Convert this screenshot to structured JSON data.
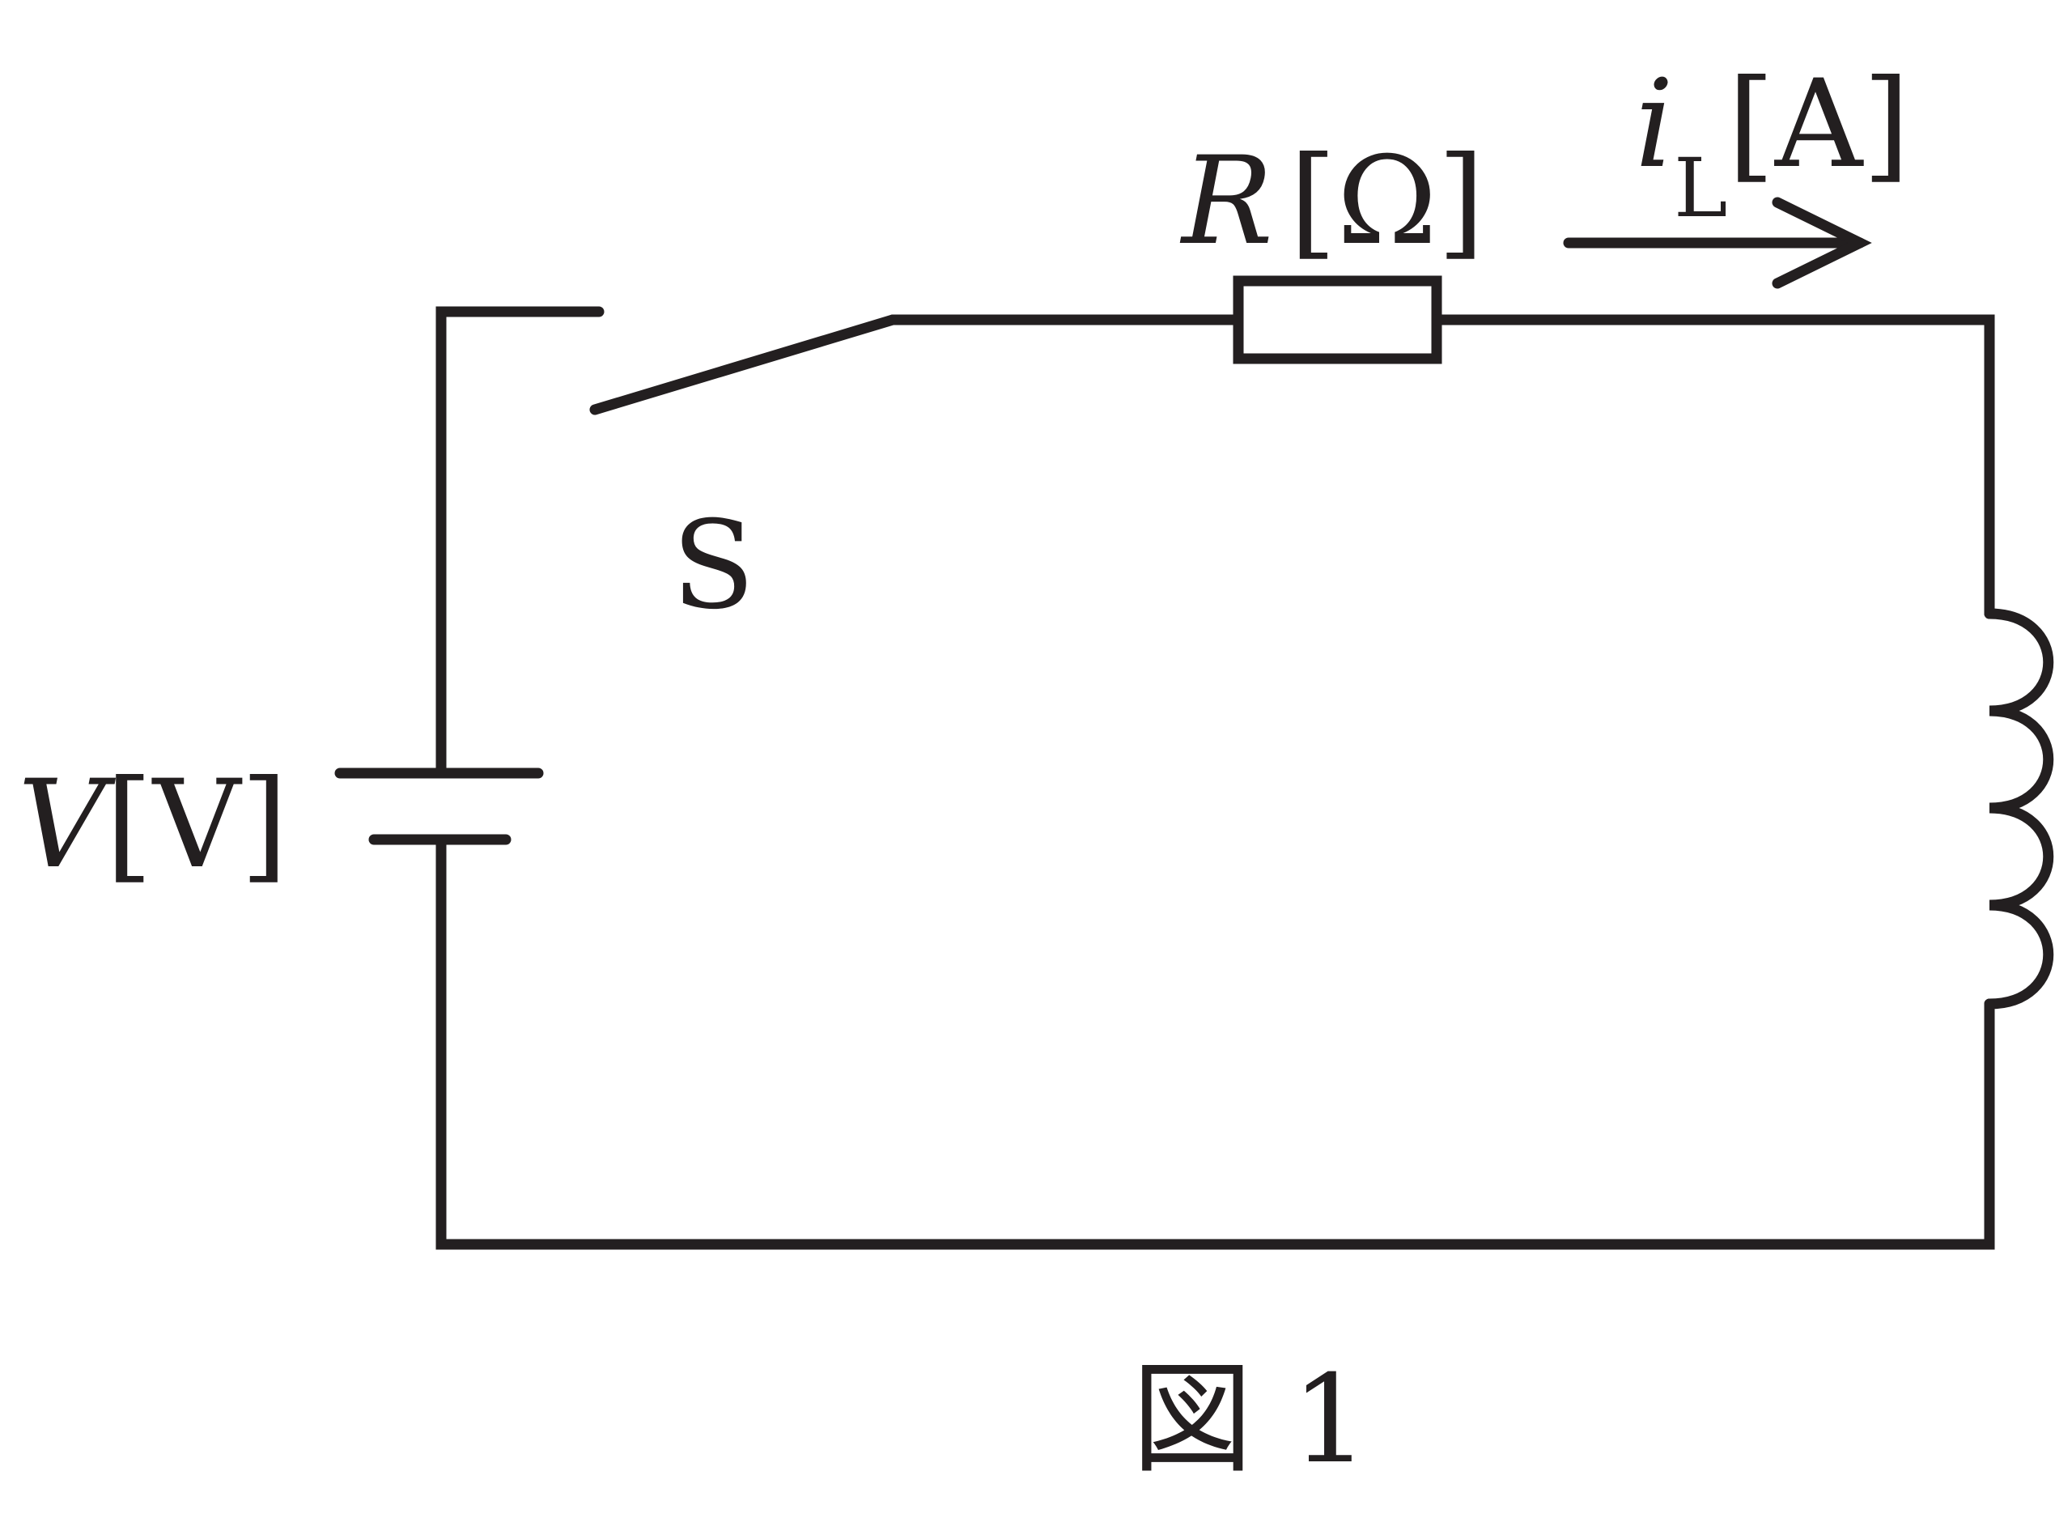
{
  "diagram": {
    "battery_label": {
      "symbol": "V",
      "unit": "[V]"
    },
    "switch_label": "S",
    "resistor_label": {
      "symbol": "R",
      "unit": "[Ω]"
    },
    "current_label": {
      "symbol": "i",
      "subscript": "L",
      "unit": "[A]"
    },
    "caption": "図 1"
  }
}
